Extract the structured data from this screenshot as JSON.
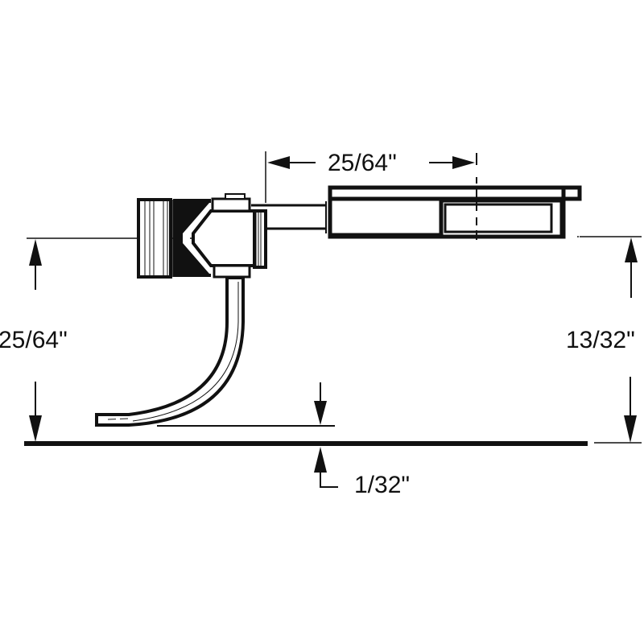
{
  "diagram": {
    "subject": "coupler side-view dimension drawing",
    "colors": {
      "ink": "#111111",
      "background": "#ffffff"
    },
    "dimensions": {
      "shank_length": "25/64\"",
      "center_height_left": "25/64\"",
      "center_height_right": "13/32\"",
      "trip_pin_clearance": "1/32\""
    },
    "parts": {
      "coupler_knuckle": "coupler-head",
      "draft_gear_box": "draft-gear-box",
      "trip_pin": "trip-pin",
      "rail_top": "rail-line"
    }
  }
}
